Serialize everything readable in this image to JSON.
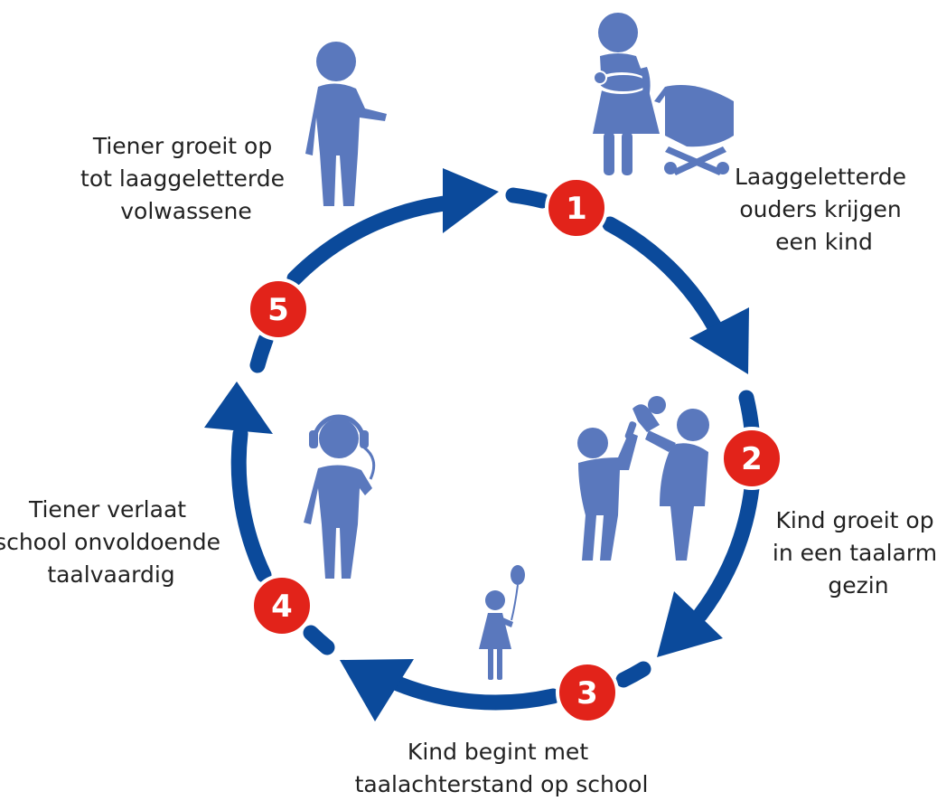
{
  "colors": {
    "cycle_arrow": "#0b4a9b",
    "badge_fill": "#e2231a",
    "badge_outline": "#ffffff",
    "figure": "#5a78bd",
    "text": "#222222"
  },
  "steps": [
    {
      "number": "1",
      "lines": [
        "Laaggeletterde",
        "ouders krijgen",
        "een kind"
      ],
      "icon": "mother-with-baby-and-pram-icon"
    },
    {
      "number": "2",
      "lines": [
        "Kind groeit op",
        "in een taalarm",
        "gezin"
      ],
      "icon": "parents-lifting-child-icon"
    },
    {
      "number": "3",
      "lines": [
        "Kind begint met",
        "taalachterstand op school"
      ],
      "icon": "girl-with-balloon-icon"
    },
    {
      "number": "4",
      "lines": [
        "Tiener verlaat",
        "school onvoldoende",
        "taalvaardig"
      ],
      "icon": "teen-with-headphones-icon"
    },
    {
      "number": "5",
      "lines": [
        "Tiener groeit op",
        "tot laaggeletterde",
        "volwassene"
      ],
      "icon": "adult-figure-icon"
    }
  ]
}
